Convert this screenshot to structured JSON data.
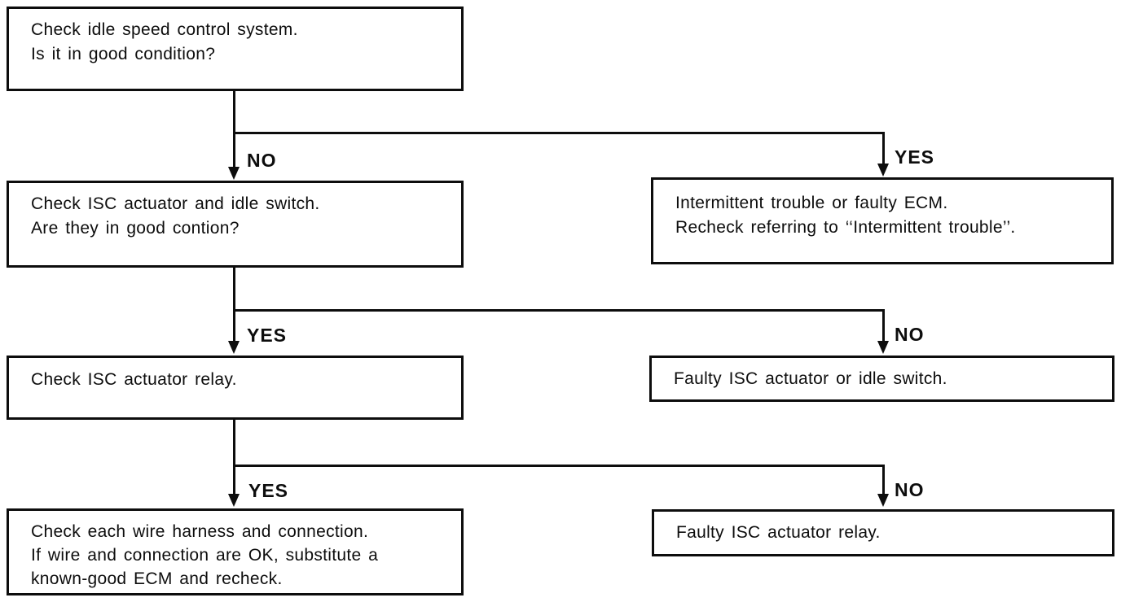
{
  "diagram": {
    "type": "flowchart",
    "subject": "Idle speed control system troubleshooting",
    "colors": {
      "ink": "#0d0d0d",
      "background": "#ffffff"
    },
    "nodes": {
      "check_idle_speed": {
        "line1": "Check idle speed control system.",
        "line2": "Is it in good condition?"
      },
      "check_isc_actuator_switch": {
        "line1": "Check ISC actuator and idle switch.",
        "line2": "Are they in good contion?"
      },
      "intermittent_trouble": {
        "line1": "Intermittent trouble or faulty ECM.",
        "line2": "Recheck referring to ‘‘Intermittent trouble’’."
      },
      "check_isc_relay": {
        "line1": "Check ISC actuator relay."
      },
      "faulty_actuator_or_switch": {
        "line1": "Faulty ISC actuator or idle switch."
      },
      "check_wire_harness": {
        "line1": "Check each wire harness and connection.",
        "line2": "If wire and connection are OK, substitute a",
        "line3": "known-good ECM and recheck."
      },
      "faulty_isc_relay": {
        "line1": "Faulty ISC actuator relay."
      }
    },
    "branches": {
      "b1": {
        "left": "NO",
        "right": "YES"
      },
      "b2": {
        "left": "YES",
        "right": "NO"
      },
      "b3": {
        "left": "YES",
        "right": "NO"
      }
    },
    "edges": [
      {
        "from": "check_idle_speed",
        "to": "check_isc_actuator_switch",
        "label": "NO"
      },
      {
        "from": "check_idle_speed",
        "to": "intermittent_trouble",
        "label": "YES"
      },
      {
        "from": "check_isc_actuator_switch",
        "to": "check_isc_relay",
        "label": "YES"
      },
      {
        "from": "check_isc_actuator_switch",
        "to": "faulty_actuator_or_switch",
        "label": "NO"
      },
      {
        "from": "check_isc_relay",
        "to": "check_wire_harness",
        "label": "YES"
      },
      {
        "from": "check_isc_relay",
        "to": "faulty_isc_relay",
        "label": "NO"
      }
    ]
  }
}
